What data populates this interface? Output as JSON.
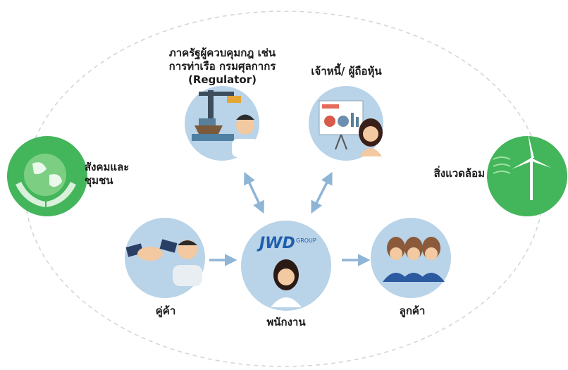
{
  "nodes": {
    "regulator": {
      "lines": [
        "ภาครัฐผู้ควบคุมกฎ เช่น",
        "การท่าเรือ กรมศุลกากร",
        "(Regulator)"
      ]
    },
    "creditors": {
      "label": "เจ้าหนี้/ ผู้ถือหุ้น"
    },
    "society": {
      "lines": [
        "สังคมและ",
        "ชุมชน"
      ]
    },
    "environment": {
      "label": "สิ่งแวดล้อม"
    },
    "partners": {
      "label": "คู่ค้า"
    },
    "employees": {
      "label": "พนักงาน",
      "logo_text": "JWD",
      "logo_sub": "GROUP"
    },
    "customers": {
      "label": "ลูกค้า"
    }
  },
  "colors": {
    "circle_fill": "#b9d3e8",
    "green_circle": "#43b55a",
    "arrow": "#8fb5d6",
    "dashed_ring": "#cfd8de",
    "logo_blue": "#1f5fae"
  }
}
